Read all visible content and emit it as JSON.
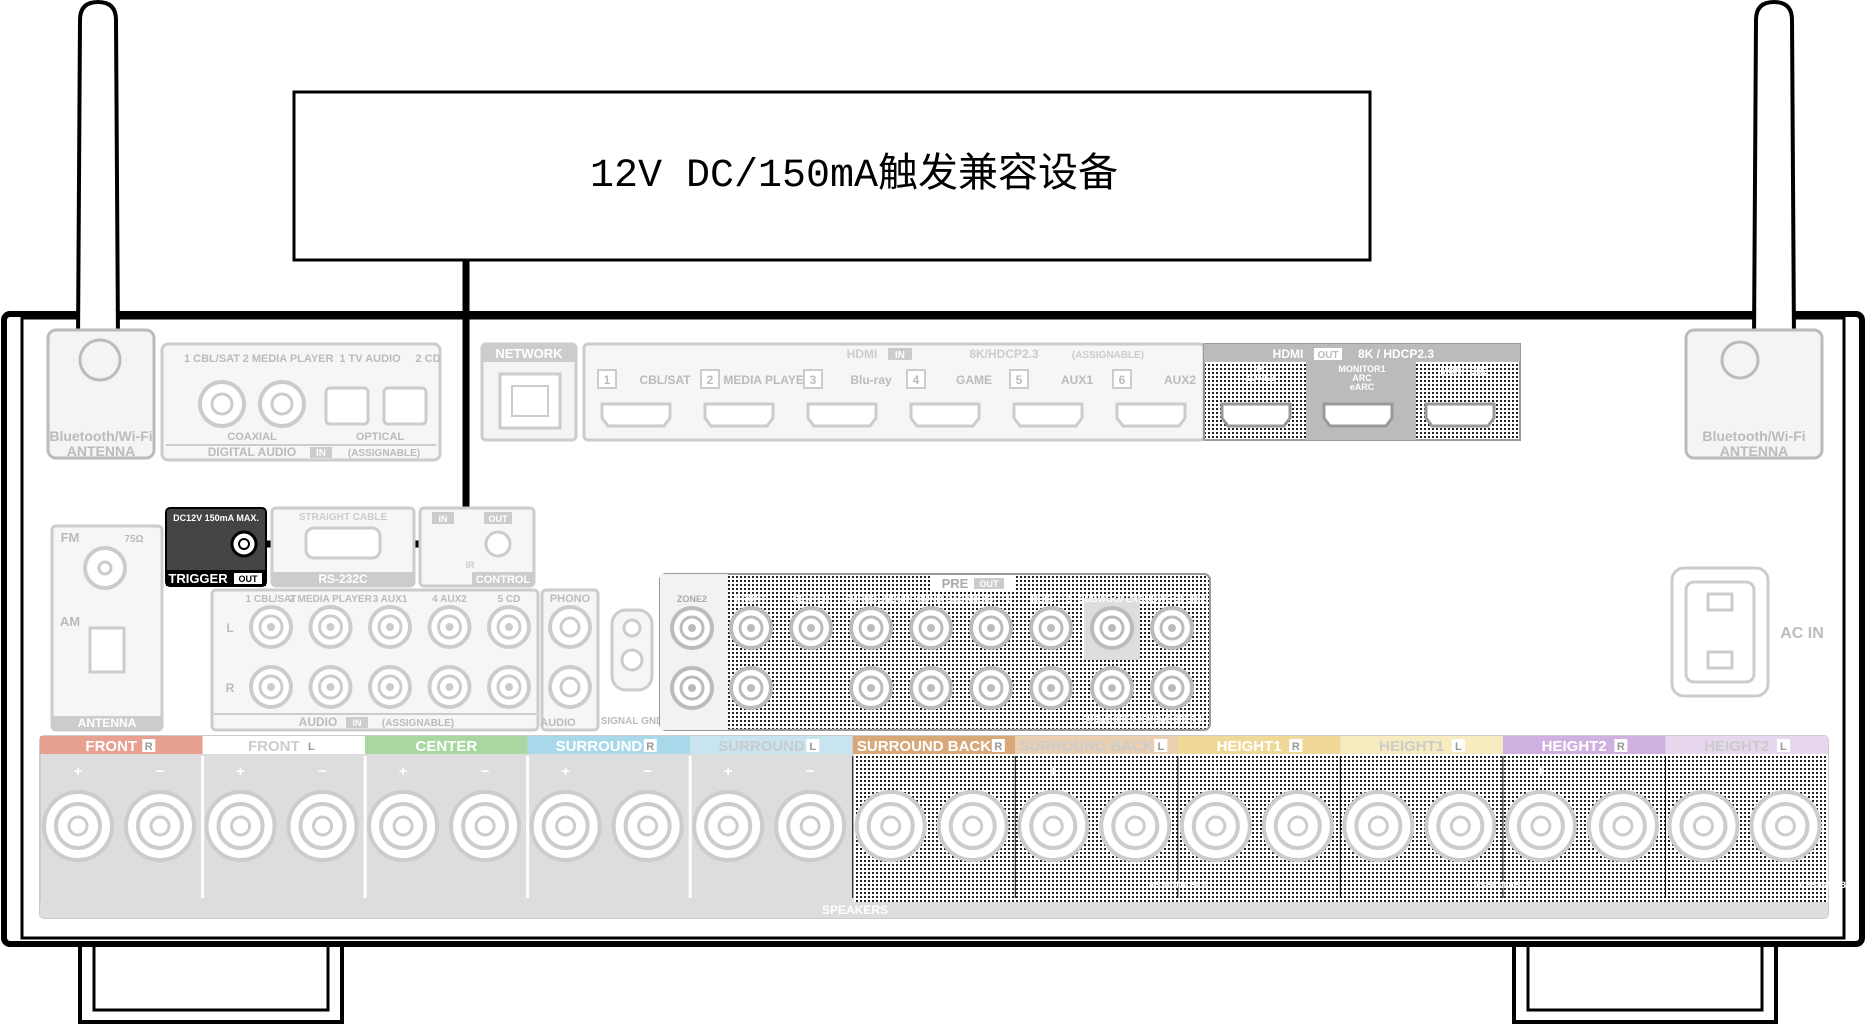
{
  "callout": {
    "text": "12V DC/150mA触发兼容设备"
  },
  "antenna": {
    "left_label_1": "Bluetooth/Wi-Fi",
    "left_label_2": "ANTENNA",
    "right_label_1": "Bluetooth/Wi-Fi",
    "right_label_2": "ANTENNA"
  },
  "digital_audio": {
    "inputs": [
      "1 CBL/SAT",
      "2 MEDIA PLAYER",
      "1 TV AUDIO",
      "2 CD"
    ],
    "coaxial": "COAXIAL",
    "optical": "OPTICAL",
    "footer": "DIGITAL AUDIO",
    "in_tag": "IN",
    "assignable": "(ASSIGNABLE)"
  },
  "network": {
    "label": "NETWORK"
  },
  "hdmi_in": {
    "title": "HDMI",
    "in_tag": "IN",
    "spec": "8K/HDCP2.3",
    "assignable": "(ASSIGNABLE)",
    "ports": [
      {
        "num": "1",
        "name": "CBL/SAT"
      },
      {
        "num": "2",
        "name": "MEDIA PLAYER"
      },
      {
        "num": "3",
        "name": "Blu-ray"
      },
      {
        "num": "4",
        "name": "GAME"
      },
      {
        "num": "5",
        "name": "AUX1"
      },
      {
        "num": "6",
        "name": "AUX2"
      }
    ]
  },
  "hdmi_out": {
    "title": "HDMI",
    "out_tag": "OUT",
    "spec": "8K / HDCP2.3",
    "ports": [
      "4K ZONE2",
      "MONITOR1 ARC eARC",
      "MONITOR2"
    ]
  },
  "trigger": {
    "spec": "DC12V 150mA MAX.",
    "label": "TRIGGER",
    "out_tag": "OUT"
  },
  "rs232": {
    "cable": "STRAIGHT CABLE",
    "label": "RS-232C"
  },
  "ir": {
    "in_tag": "IN",
    "out_tag": "OUT",
    "ir": "IR",
    "control": "CONTROL"
  },
  "tuner": {
    "fm": "FM",
    "ohm": "75Ω",
    "am": "AM",
    "label": "ANTENNA"
  },
  "audio_in": {
    "inputs": [
      "1 CBL/SAT",
      "2 MEDIA PLAYER",
      "3 AUX1",
      "4 AUX2",
      "5 CD"
    ],
    "l": "L",
    "r": "R",
    "footer": "AUDIO",
    "in_tag": "IN",
    "assignable": "(ASSIGNABLE)",
    "phono": "PHONO",
    "phono_footer": "AUDIO",
    "signal_gnd": "SIGNAL GND"
  },
  "pre_out": {
    "title": "PRE",
    "out_tag": "OUT",
    "channels": [
      "ZONE2",
      "FRONT",
      "CENTER",
      "SURROUND",
      "SURROUND BACK",
      "HEIGHT1",
      "HEIGHT2",
      "SUBWOOFER 1",
      "SUBWOOFER 2"
    ],
    "lower": [
      "SUBWOOFER 3",
      "SUBWOOFER 4"
    ]
  },
  "ac_in": {
    "label": "AC IN"
  },
  "speakers": {
    "footer": "SPEAKERS",
    "assignable": "ASSIGNABLE",
    "channels": [
      {
        "name": "FRONT",
        "side": "R",
        "color": "#e8a090"
      },
      {
        "name": "FRONT",
        "side": "L",
        "color": "#ffffff"
      },
      {
        "name": "CENTER",
        "side": "",
        "color": "#a8d8a0"
      },
      {
        "name": "SURROUND",
        "side": "R",
        "color": "#a8d8ea"
      },
      {
        "name": "SURROUND",
        "side": "L",
        "color": "#c8e4f0"
      },
      {
        "name": "SURROUND BACK",
        "side": "R",
        "color": "#d8a878"
      },
      {
        "name": "SURROUND BACK",
        "side": "L",
        "color": "#ead0b0"
      },
      {
        "name": "HEIGHT1",
        "side": "R",
        "color": "#f0d898"
      },
      {
        "name": "HEIGHT1",
        "side": "L",
        "color": "#f6ecc0"
      },
      {
        "name": "HEIGHT2",
        "side": "R",
        "color": "#d0b0e0"
      },
      {
        "name": "HEIGHT2",
        "side": "L",
        "color": "#e6d6ee"
      }
    ]
  }
}
